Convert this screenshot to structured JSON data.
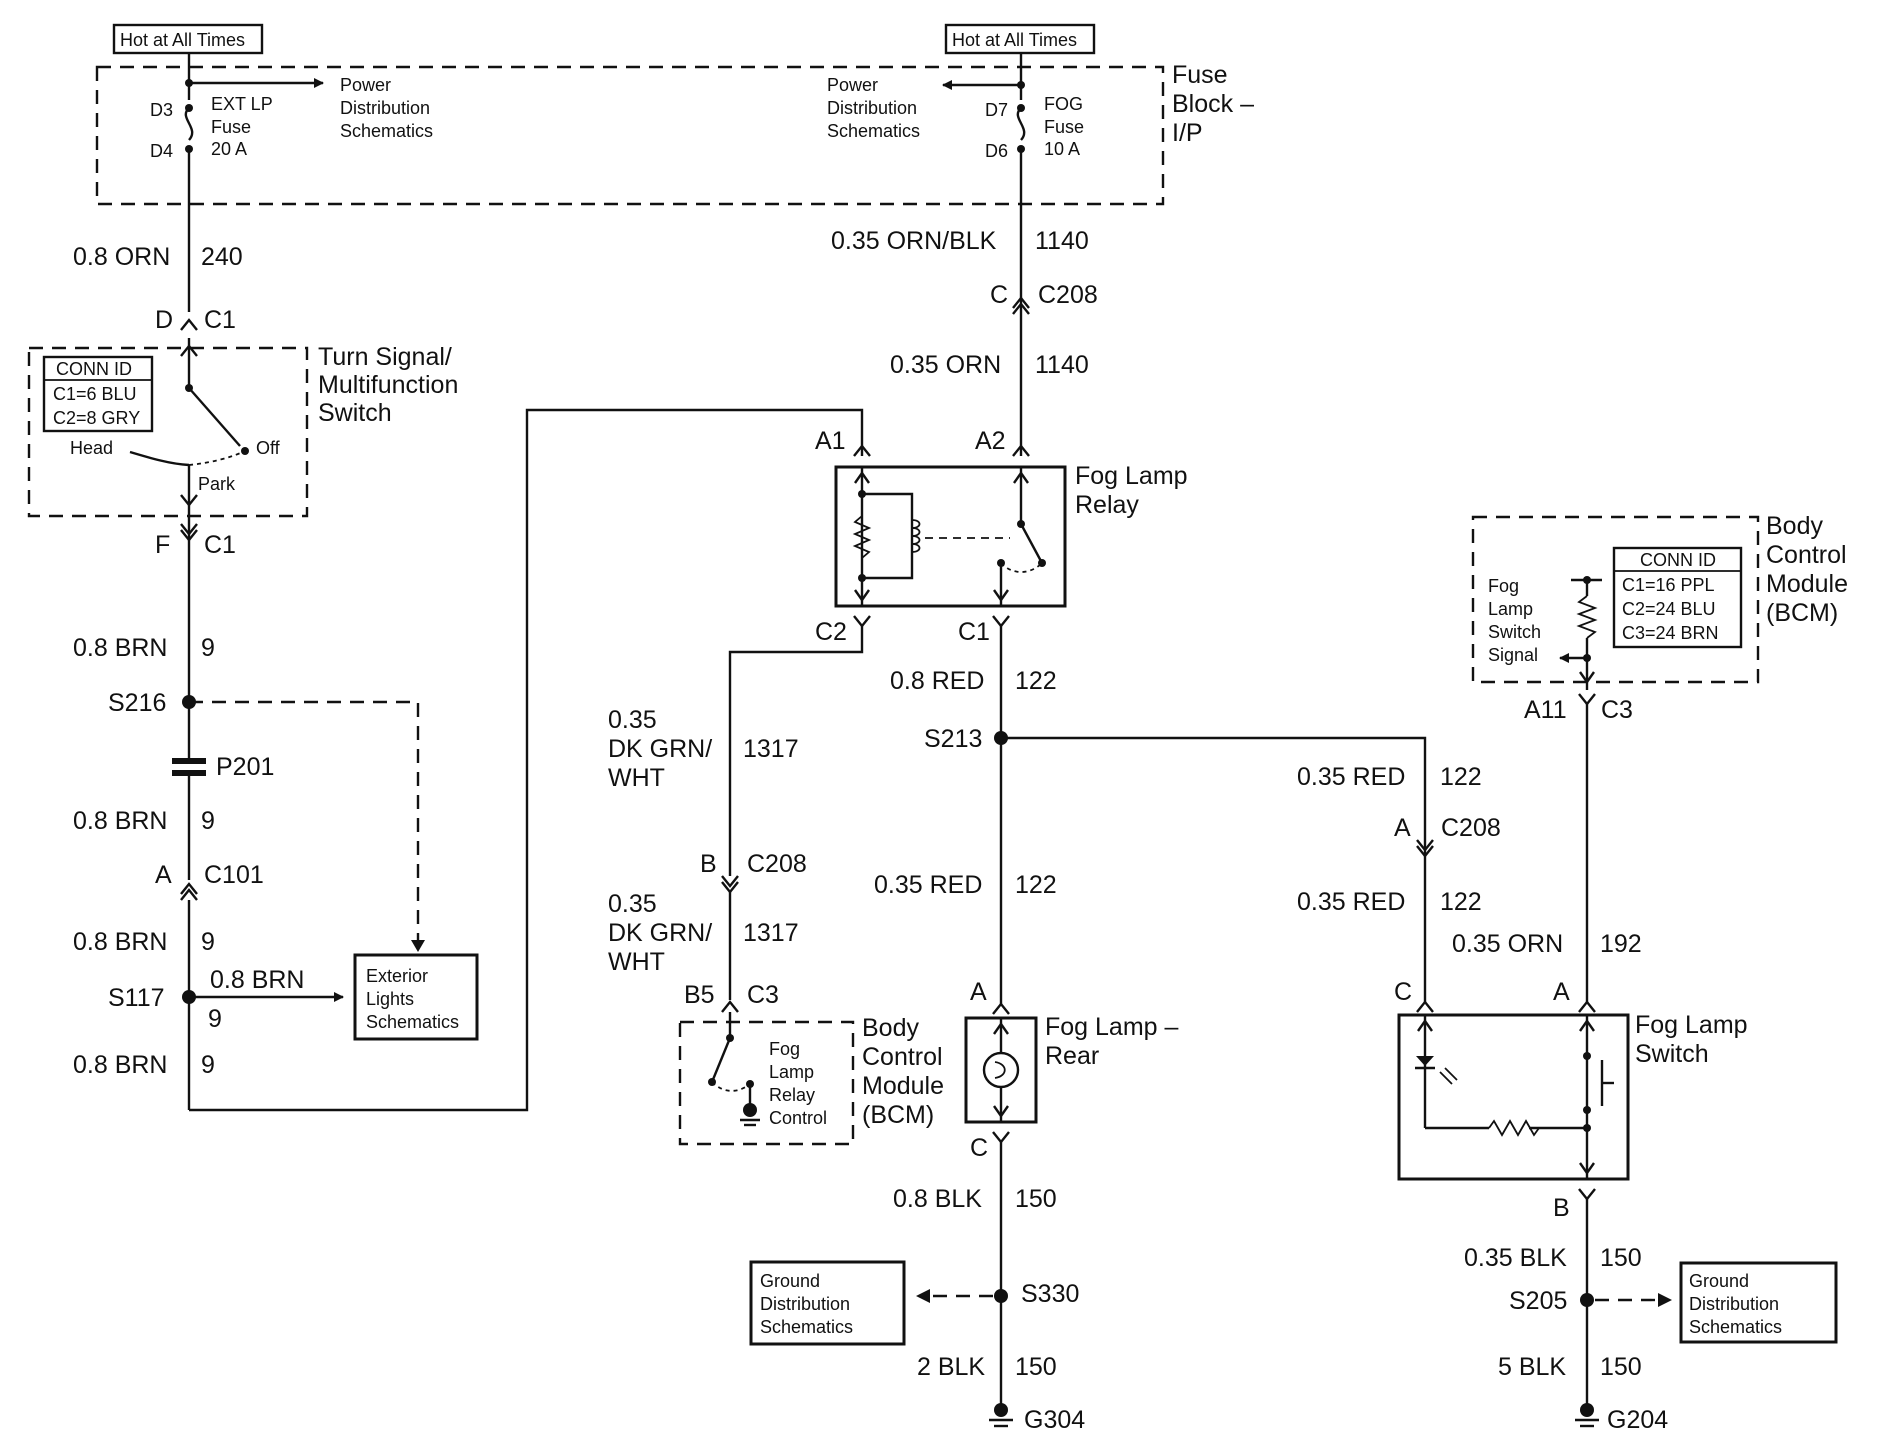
{
  "fuse_block": {
    "hot_left": "Hot at All Times",
    "hot_right": "Hot at All Times",
    "title": [
      "Fuse",
      "Block –",
      "I/P"
    ],
    "left_fuse": {
      "pin_top": "D3",
      "pin_bottom": "D4",
      "lines": [
        "EXT LP",
        "Fuse",
        "20 A"
      ]
    },
    "right_fuse": {
      "pin_top": "D7",
      "pin_bottom": "D6",
      "lines": [
        "FOG",
        "Fuse",
        "10 A"
      ]
    },
    "power_left": [
      "Power",
      "Distribution",
      "Schematics"
    ],
    "power_right": [
      "Power",
      "Distribution",
      "Schematics"
    ]
  },
  "left_branch": {
    "wire_240": {
      "gauge": "0.8 ORN",
      "circuit": "240"
    },
    "conn_top": {
      "pin": "D",
      "name": "C1"
    },
    "turn_signal_switch": {
      "title": [
        "Turn Signal/",
        "Multifunction",
        "Switch"
      ],
      "conn_id": [
        "CONN ID",
        "C1=6 BLU",
        "C2=8 GRY"
      ],
      "pos_head": "Head",
      "pos_off": "Off",
      "pos_park": "Park"
    },
    "conn_bottom": {
      "pin": "F",
      "name": "C1"
    },
    "wire_9a": {
      "gauge": "0.8 BRN",
      "circuit": "9"
    },
    "splice_s216": "S216",
    "pass_p201": "P201",
    "wire_9b": {
      "gauge": "0.8 BRN",
      "circuit": "9"
    },
    "conn_c101": {
      "pin": "A",
      "name": "C101"
    },
    "wire_9c": {
      "gauge": "0.8 BRN",
      "circuit": "9"
    },
    "splice_s117": "S117",
    "wire_9_branch": {
      "gauge": "0.8 BRN",
      "circuit": "9"
    },
    "exterior_lights": [
      "Exterior",
      "Lights",
      "Schematics"
    ],
    "wire_9d": {
      "gauge": "0.8 BRN",
      "circuit": "9"
    }
  },
  "relay_branch": {
    "wire_1140a": {
      "gauge": "0.35 ORN/BLK",
      "circuit": "1140"
    },
    "conn_c208": {
      "pin": "C",
      "name": "C208"
    },
    "wire_1140b": {
      "gauge": "0.35 ORN",
      "circuit": "1140"
    },
    "pin_a1": "A1",
    "pin_a2": "A2",
    "relay_title": [
      "Fog Lamp",
      "Relay"
    ],
    "pin_c2": "C2",
    "pin_c1": "C1",
    "wire_1317a": {
      "gauge": [
        "0.35",
        "DK GRN/",
        "WHT"
      ],
      "circuit": "1317"
    },
    "conn_c208b": {
      "pin": "B",
      "name": "C208"
    },
    "wire_1317b": {
      "gauge": [
        "0.35",
        "DK GRN/",
        "WHT"
      ],
      "circuit": "1317"
    },
    "conn_b5": {
      "pin": "B5",
      "name": "C3"
    },
    "bcm_left": {
      "title": [
        "Body",
        "Control",
        "Module",
        "(BCM)"
      ],
      "signal": [
        "Fog",
        "Lamp",
        "Relay",
        "Control"
      ]
    },
    "wire_122a": {
      "gauge": "0.8 RED",
      "circuit": "122"
    },
    "splice_s213": "S213"
  },
  "rear_branch": {
    "wire_122c": {
      "gauge": "0.35 RED",
      "circuit": "122"
    },
    "pin_a": "A",
    "fog_rear_title": [
      "Fog Lamp –",
      "Rear"
    ],
    "pin_c": "C",
    "wire_150a": {
      "gauge": "0.8 BLK",
      "circuit": "150"
    },
    "ground_dist": [
      "Ground",
      "Distribution",
      "Schematics"
    ],
    "splice_s330": "S330",
    "wire_150b": {
      "gauge": "2 BLK",
      "circuit": "150"
    },
    "ground_g304": "G304"
  },
  "switch_branch": {
    "wire_122b": {
      "gauge": "0.35 RED",
      "circuit": "122"
    },
    "conn_c208c": {
      "pin": "A",
      "name": "C208"
    },
    "wire_122d": {
      "gauge": "0.35 RED",
      "circuit": "122"
    },
    "bcm_right": {
      "title": [
        "Body",
        "Control",
        "Module",
        "(BCM)"
      ],
      "signal": [
        "Fog",
        "Lamp",
        "Switch",
        "Signal"
      ],
      "conn_id": [
        "CONN ID",
        "C1=16 PPL",
        "C2=24 BLU",
        "C3=24 BRN"
      ]
    },
    "conn_a11": {
      "pin": "A11",
      "name": "C3"
    },
    "wire_192": {
      "gauge": "0.35 ORN",
      "circuit": "192"
    },
    "pin_c": "C",
    "pin_a": "A",
    "switch_title": [
      "Fog Lamp",
      "Switch"
    ],
    "pin_b": "B",
    "wire_150c": {
      "gauge": "0.35 BLK",
      "circuit": "150"
    },
    "splice_s205": "S205",
    "ground_dist": [
      "Ground",
      "Distribution",
      "Schematics"
    ],
    "wire_150d": {
      "gauge": "5 BLK",
      "circuit": "150"
    },
    "ground_g204": "G204"
  }
}
